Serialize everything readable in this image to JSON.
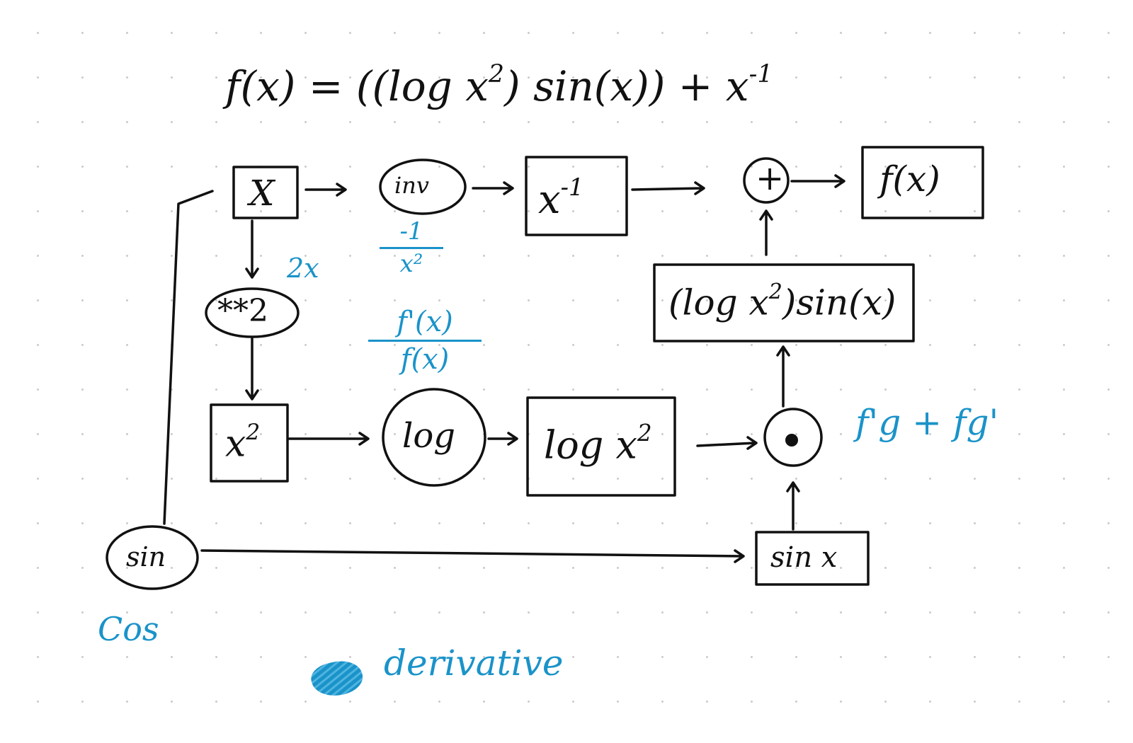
{
  "formula": {
    "lhs": "f(x) =",
    "body": "((log x",
    "exp1": "2",
    "mid": ") sin(x)) + x",
    "exp2": "-1"
  },
  "nodes": {
    "x_input": "X",
    "inv_op": "inv",
    "x_inverse_base": "x",
    "x_inverse_exp": "-1",
    "plus_op": "+",
    "output": "f(x)",
    "square_op": "**2",
    "x_squared_base": "x",
    "x_squared_exp": "2",
    "log_op": "log",
    "log_result_base": "log x",
    "log_result_exp": "2",
    "dot_op": "•",
    "product_base1": "(log x",
    "product_exp": "2",
    "product_base2": ")sin(x)",
    "sin_op": "sin",
    "sin_result": "sin x"
  },
  "derivatives": {
    "square": "2x",
    "inv_numer": "-1",
    "inv_denom": "x²",
    "log_numer": "f'(x)",
    "log_denom": "f(x)",
    "product_rule": "f'g + fg'",
    "sin": "Cos"
  },
  "legend": {
    "label": "derivative"
  },
  "colors": {
    "ink": "#111111",
    "derivative": "#1a93c9"
  }
}
